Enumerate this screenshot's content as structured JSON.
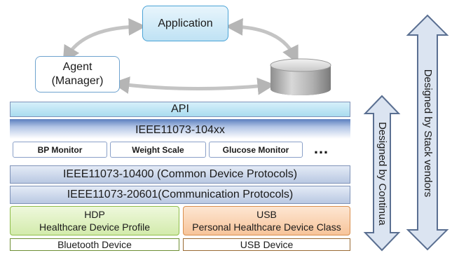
{
  "top": {
    "application": "Application",
    "agent_line1": "Agent",
    "agent_line2": "(Manager)"
  },
  "stack": {
    "api": "API",
    "ieee_104xx": "IEEE11073-104xx",
    "devices": [
      "BP Monitor",
      "Weight Scale",
      "Glucose Monitor"
    ],
    "ellipsis": "…",
    "ieee_10400": "IEEE11073-10400 (Common Device Protocols)",
    "ieee_20601": "IEEE11073-20601(Communication Protocols)",
    "hdp_line1": "HDP",
    "hdp_line2": "Healthcare Device Profile",
    "usb_line1": "USB",
    "usb_line2": "Personal Healthcare Device Class",
    "bluetooth_device": "Bluetooth Device",
    "usb_device": "USB Device"
  },
  "side": {
    "continua_label": "Designed by Continua",
    "stack_vendors_label": "Designed by Stack vendors"
  },
  "colors": {
    "application_fill": "#cfe9f7",
    "application_border": "#4aa3d6",
    "api_fill": "#bfe6f6",
    "hdp_fill": "#dff0c0",
    "hdp_border": "#8fbd4a",
    "usb_fill": "#fbd7b8",
    "usb_border": "#d98f4e",
    "bt_border": "#6e8f34",
    "usbdev_border": "#9a6a34",
    "arrow_fill": "#dbe4f1",
    "arrow_stroke": "#5a6f91"
  }
}
